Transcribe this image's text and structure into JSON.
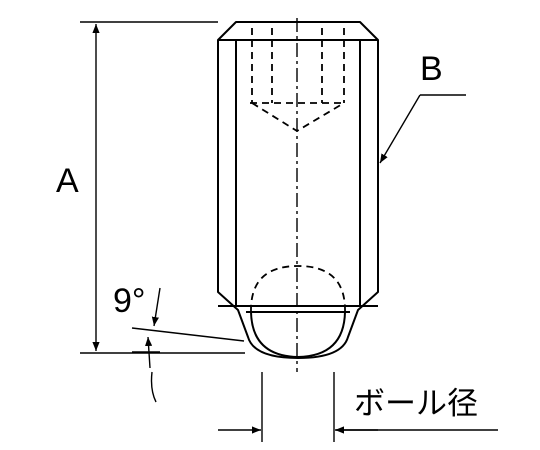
{
  "labels": {
    "dimension_a": "A",
    "dimension_b": "B",
    "tip_angle": "9°",
    "ball_diameter": "ボール径"
  },
  "colors": {
    "line": "#000000",
    "background": "#ffffff"
  }
}
